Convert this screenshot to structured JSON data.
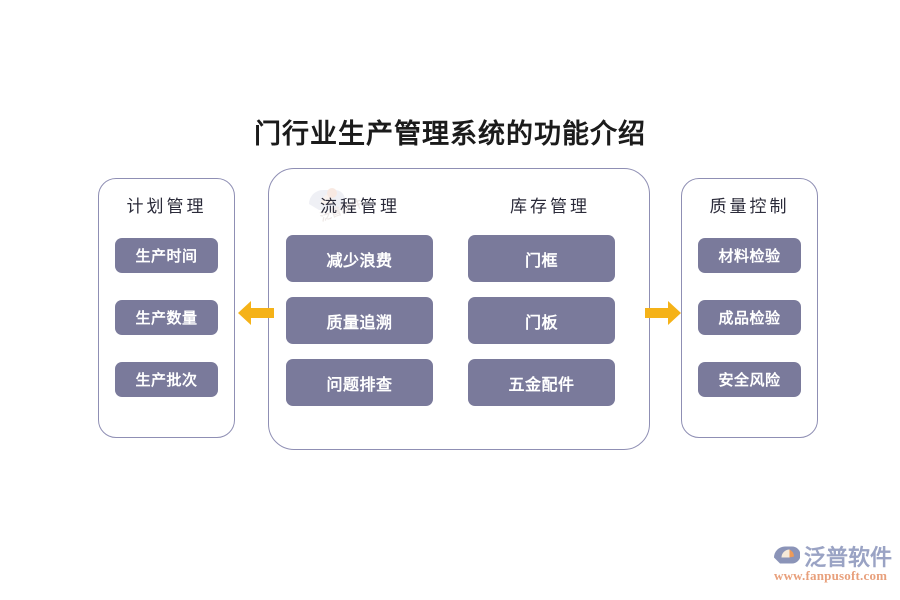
{
  "page": {
    "title": "门行业生产管理系统的功能介绍",
    "background_color": "#ffffff"
  },
  "theme": {
    "chip_fill": "#7a7a9b",
    "chip_text": "#ffffff",
    "panel_border": "#8f8fb4",
    "arrow_color": "#f5b218",
    "heading_text": "#2b2b3a",
    "title_text": "#1b1b1b"
  },
  "panels": {
    "plan": {
      "heading": "计划管理",
      "items": [
        "生产时间",
        "生产数量",
        "生产批次"
      ]
    },
    "flow": {
      "heading": "流程管理",
      "items": [
        "减少浪费",
        "质量追溯",
        "问题排查"
      ]
    },
    "stock": {
      "heading": "库存管理",
      "items": [
        "门框",
        "门板",
        "五金配件"
      ]
    },
    "quality": {
      "heading": "质量控制",
      "items": [
        "材料检验",
        "成品检验",
        "安全风险"
      ]
    }
  },
  "arrows": {
    "left": "arrow-left-icon",
    "right": "arrow-right-icon"
  },
  "watermark": {
    "text": "泛普软件"
  },
  "brand": {
    "name": "泛普软件",
    "url": "www.fanpusoft.com"
  }
}
